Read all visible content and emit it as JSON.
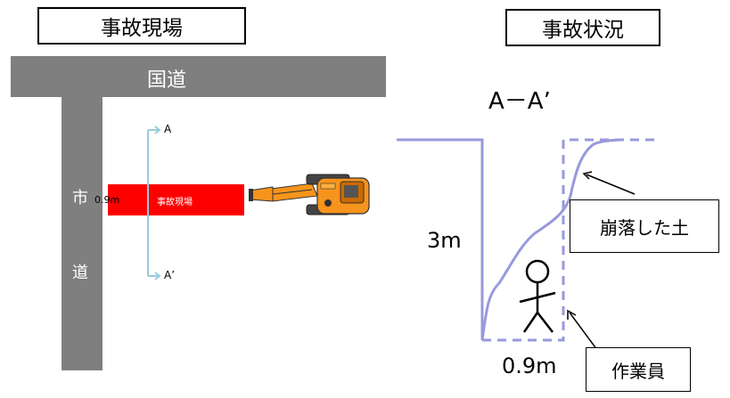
{
  "left_panel": {
    "title": "事故現場",
    "national_road_label": "国道",
    "city_road_label_top": "市",
    "city_road_label_bottom": "道",
    "trench_width_label": "0.9m",
    "site_label": "事故現場",
    "section_marker_top": "A",
    "section_marker_bottom": "A’"
  },
  "right_panel": {
    "title": "事故状況",
    "section_title": "A－A’",
    "depth_label": "3m",
    "width_label": "0.9m",
    "callout_soil": "崩落した土",
    "callout_worker": "作業員"
  },
  "colors": {
    "road": "#7f7f7f",
    "site": "#ff0000",
    "trench": "#9999dd",
    "marker": "#99ccdd",
    "excavator": "#f7941d"
  }
}
